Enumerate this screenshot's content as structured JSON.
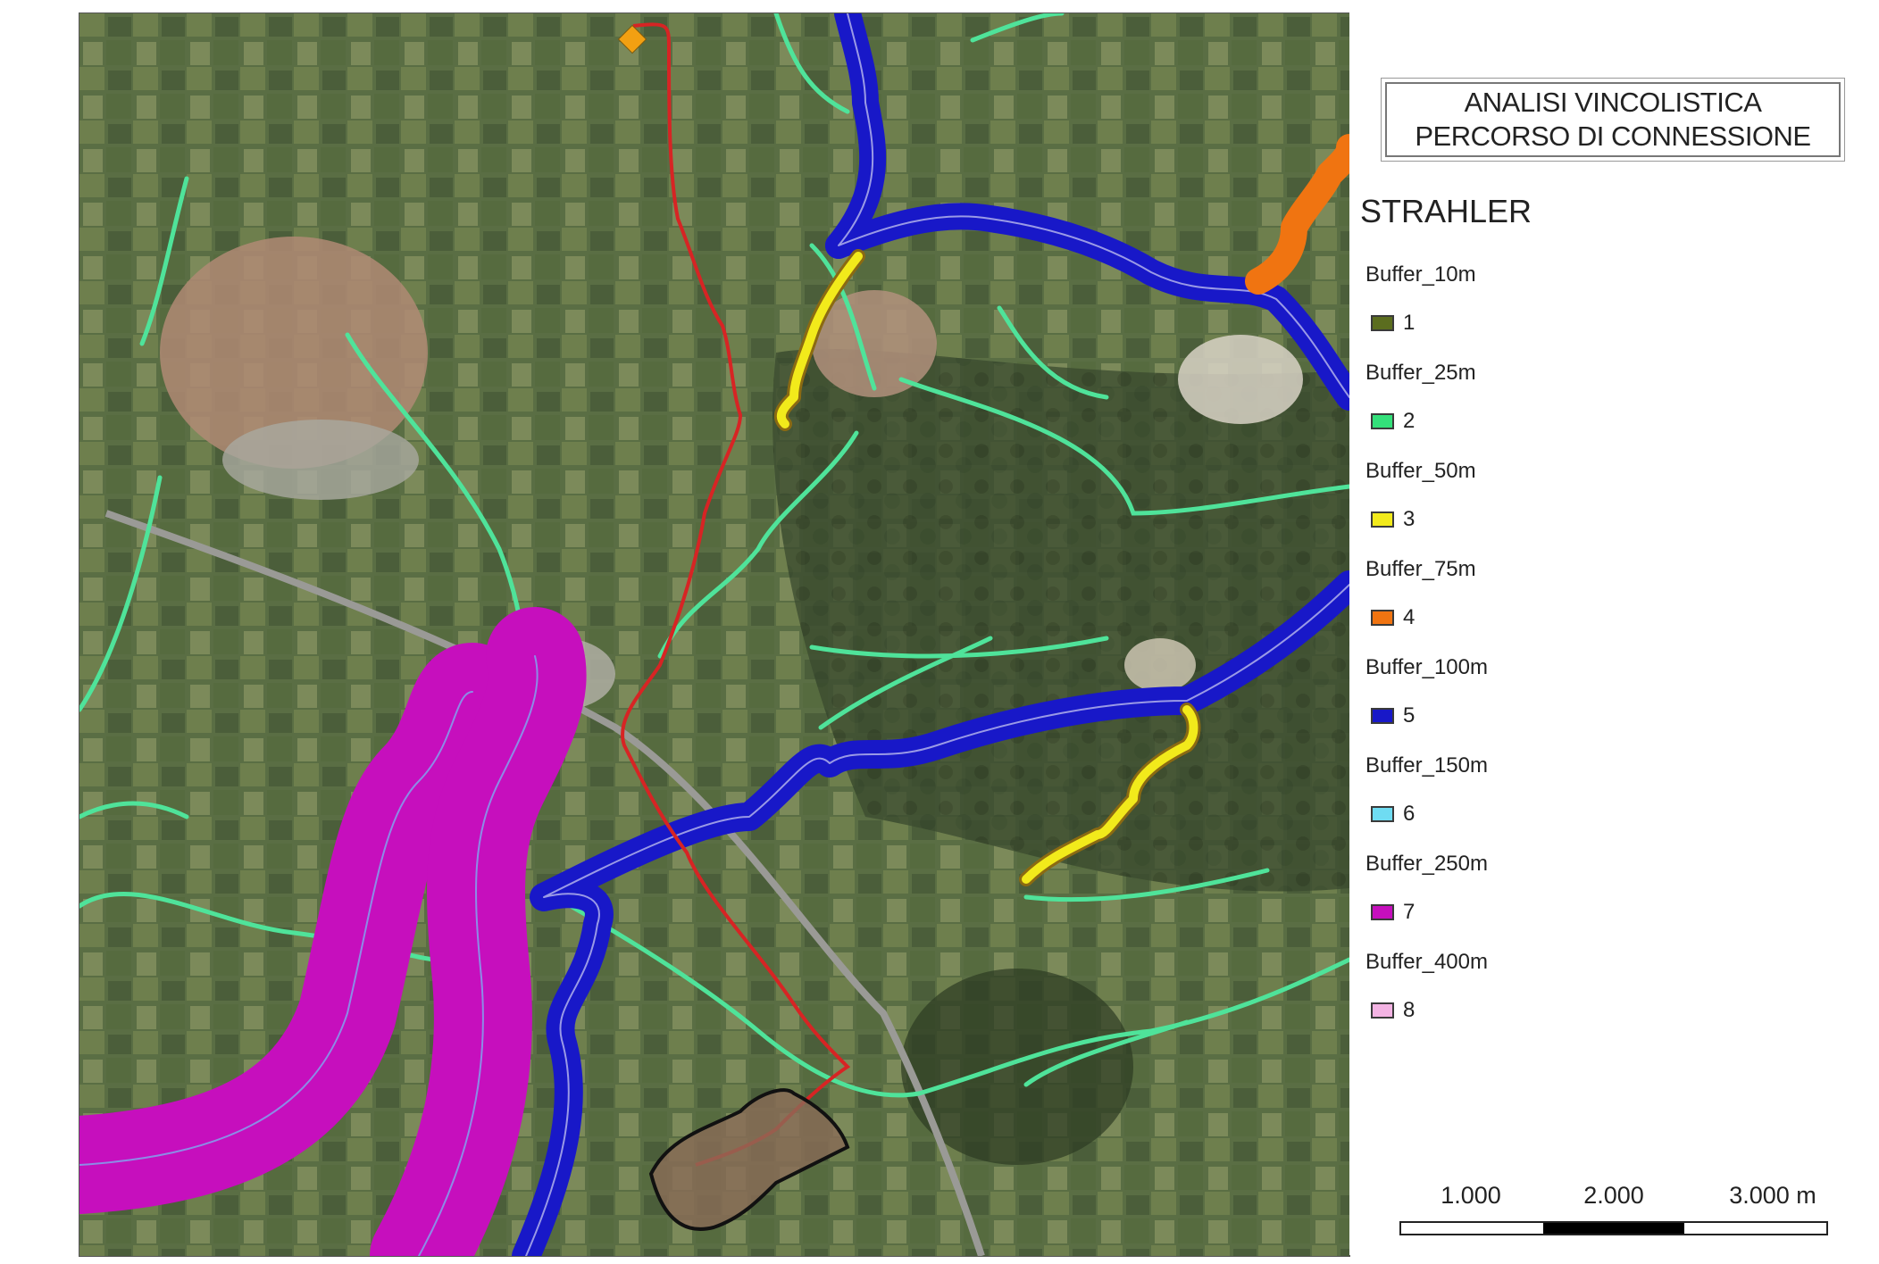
{
  "legend": {
    "title_line1": "ANALISI VINCOLISTICA",
    "title_line2": "PERCORSO DI CONNESSIONE",
    "heading": "STRAHLER",
    "items": [
      {
        "group": "Buffer_10m",
        "order": "1",
        "color": "#5b6d1f"
      },
      {
        "group": "Buffer_25m",
        "order": "2",
        "color": "#33e07a"
      },
      {
        "group": "Buffer_50m",
        "order": "3",
        "color": "#f2ea1b"
      },
      {
        "group": "Buffer_75m",
        "order": "4",
        "color": "#f07411"
      },
      {
        "group": "Buffer_100m",
        "order": "5",
        "color": "#1818c8"
      },
      {
        "group": "Buffer_150m",
        "order": "6",
        "color": "#6fdcf2"
      },
      {
        "group": "Buffer_250m",
        "order": "7",
        "color": "#c60fbd"
      },
      {
        "group": "Buffer_400m",
        "order": "8",
        "color": "#f3b3e3"
      }
    ]
  },
  "scale": {
    "labels": [
      "1.000",
      "2.000",
      "3.000 m"
    ]
  },
  "map": {
    "route_color": "#d72424",
    "site_outline_color": "#111111",
    "marker_color": "#f2a012"
  }
}
